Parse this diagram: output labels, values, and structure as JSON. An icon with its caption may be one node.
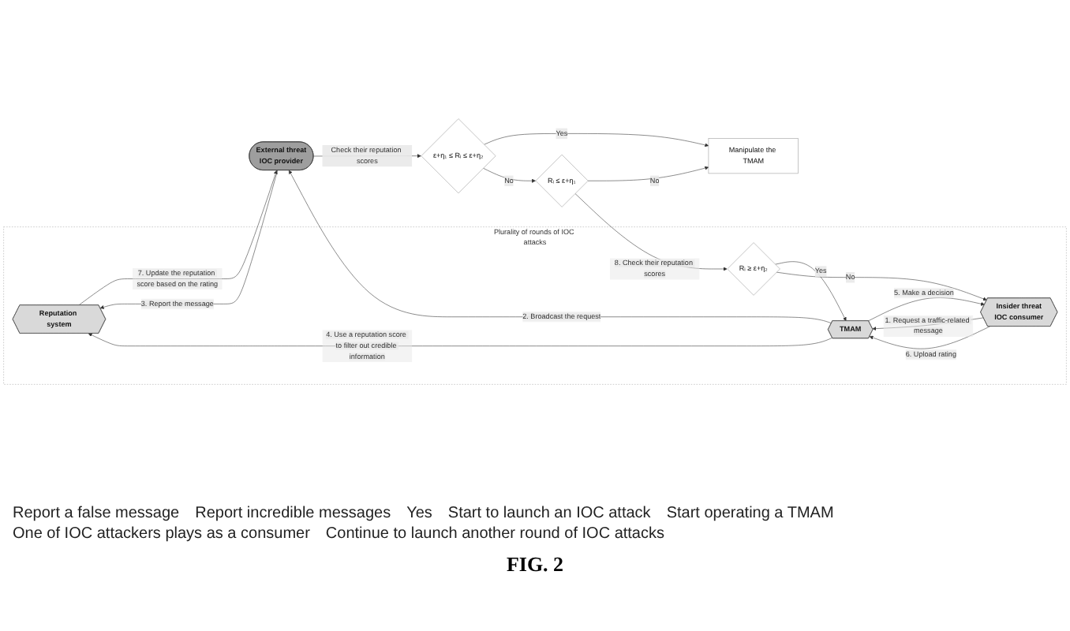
{
  "diagram": {
    "caption": "FIG. 2",
    "nodes": [
      {
        "text": [
          "Plurality of rounds of IOC attacks"
        ]
      },
      {
        "text": [
          "Reputation system"
        ],
        "in": 0
      },
      {
        "text": [
          "TMAM"
        ],
        "in": 0
      },
      {
        "text": [
          "Insider threat",
          "IOC consumer"
        ],
        "in": 0
      },
      {
        "text": [
          "Rᵢ ≥ ε+η₂"
        ],
        "in": 0
      },
      {
        "text": [
          "External threat",
          "IOC provider"
        ]
      },
      {
        "text": [
          "ε+η₁ ≤ Rᵢ ≤ ε+η₂"
        ]
      },
      {
        "text": [
          "Rᵢ ≤ ε+η₁"
        ]
      },
      {
        "text": [
          "Manipulate the TMAM"
        ]
      }
    ],
    "edges": [
      {
        "from": 3,
        "to": 2,
        "arrow": "to",
        "label": "1. Request a traffic-related message"
      },
      {
        "from": 2,
        "to": 5,
        "arrow": "to",
        "label": "2. Broadcast the request"
      },
      {
        "from": 5,
        "to": 1,
        "arrow": "to",
        "label": "3. Report the message"
      },
      {
        "from": 2,
        "to": 1,
        "arrow": "to",
        "label": "4. Use a reputation score to filter out credible information"
      },
      {
        "from": 2,
        "to": 3,
        "arrow": "to",
        "label": "5. Make a decision"
      },
      {
        "from": 3,
        "to": 2,
        "arrow": "to",
        "label": "6. Upload rating"
      },
      {
        "from": 1,
        "to": 5,
        "arrow": "to",
        "label": "7. Update the reputation score based on the rating"
      },
      {
        "from": 5,
        "to": 6,
        "arrow": "to",
        "label": "Check their reputation scores"
      },
      {
        "from": 6,
        "to": 8,
        "arrow": "to",
        "label": "Yes"
      },
      {
        "from": 6,
        "to": 7,
        "arrow": "to",
        "label": "No"
      },
      {
        "from": 7,
        "to": 8,
        "arrow": "to",
        "label": "No"
      },
      {
        "from": 7,
        "to": 4,
        "arrow": "to",
        "label": "8. Check their reputation scores"
      },
      {
        "from": 4,
        "to": 2,
        "arrow": "to",
        "label": "Yes"
      },
      {
        "from": 4,
        "to": 3,
        "arrow": "to",
        "label": "No"
      }
    ],
    "labels": [
      "Report a false message",
      "Report incredible messages",
      "Yes",
      "Start to launch an IOC attack",
      "Start operating a TMAM",
      "One of IOC attackers plays as a consumer",
      "Continue to launch another round of IOC attacks"
    ]
  }
}
